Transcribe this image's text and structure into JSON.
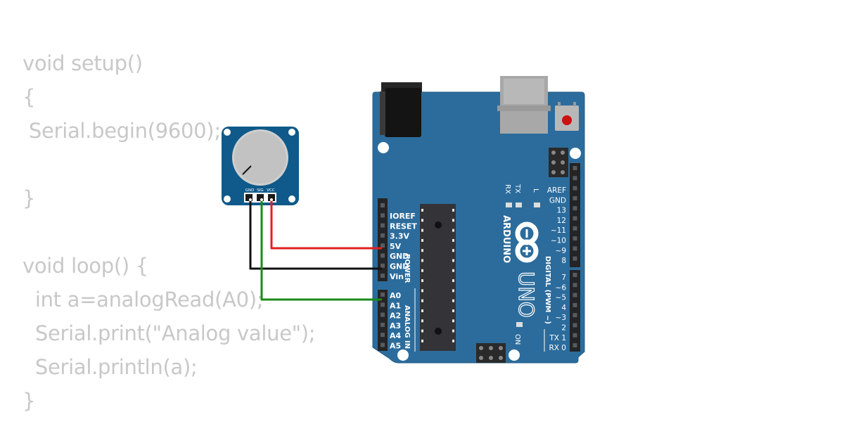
{
  "code": {
    "lines": [
      "void setup()",
      "{",
      " Serial.begin(9600);",
      "",
      "}",
      "",
      "void loop() {",
      "  int a=analogRead(A0);",
      "  Serial.print(\"Analog value\");",
      "  Serial.println(a);",
      "}"
    ]
  },
  "potentiometer": {
    "pins": [
      "GND",
      "SIG",
      "VCC"
    ],
    "board_color": "#0f5a8a"
  },
  "arduino": {
    "brand": "ARDUINO",
    "model": "UNO",
    "board_color": "#2c6c9c",
    "power_header": [
      "IOREF",
      "RESET",
      "3.3V",
      "5V",
      "GND",
      "GND",
      "Vin"
    ],
    "power_title": "POWER",
    "analog_header": [
      "A0",
      "A1",
      "A2",
      "A3",
      "A4",
      "A5"
    ],
    "analog_title": "ANALOG IN",
    "digital_top": [
      "AREF",
      "GND",
      "13",
      "12",
      "~11",
      "~10",
      "~9",
      "8"
    ],
    "digital_bottom": [
      "7",
      "~6",
      "~5",
      "4",
      "~3",
      "2",
      "TX 1",
      "RX 0"
    ],
    "digital_title": "DIGITAL (PWM ~)",
    "led_labels": [
      "RX",
      "TX",
      "L"
    ],
    "on_label": "ON"
  },
  "wires": [
    {
      "name": "vcc-to-5v",
      "color": "#e02020"
    },
    {
      "name": "gnd-to-gnd",
      "color": "#111111"
    },
    {
      "name": "sig-to-a0",
      "color": "#1a8a1a"
    }
  ]
}
